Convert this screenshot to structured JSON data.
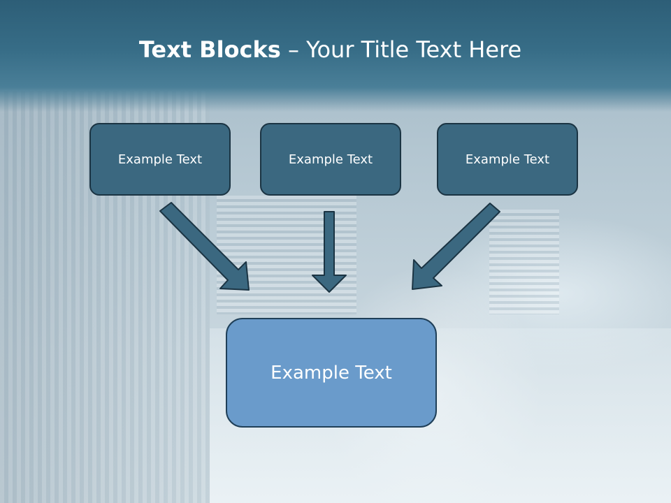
{
  "slide": {
    "title_bold": "Text Blocks",
    "title_dash": " – ",
    "title_rest": "Your Title Text Here"
  },
  "boxes": {
    "top": [
      {
        "label": "Example Text"
      },
      {
        "label": "Example Text"
      },
      {
        "label": "Example Text"
      }
    ],
    "bottom": {
      "label": "Example Text"
    }
  },
  "colors": {
    "header": "#376d87",
    "small_box_fill": "#3b6880",
    "big_box_fill": "#6a9bcb",
    "arrow_fill": "#3b6880",
    "outline": "#1b3443"
  }
}
